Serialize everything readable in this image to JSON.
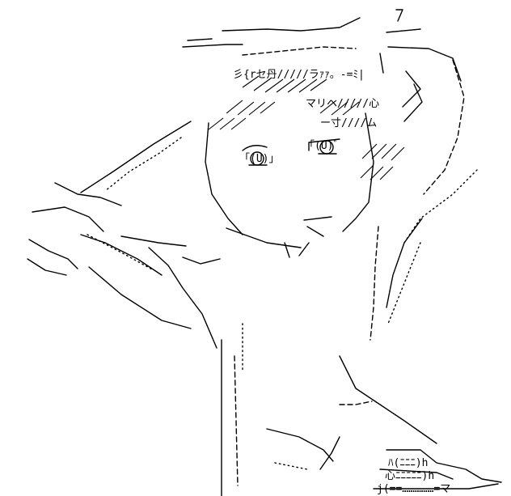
{
  "artwork": {
    "kind": "ascii-art",
    "subject": "anime-style figure saluting with hand shading eyes",
    "fragments": {
      "brow_row": "彡{rセ丹/////ラｧｧ。-=ﾐ|",
      "eye_left": "「(U)」",
      "eye_right": "「(U)ﾞ",
      "hair_mid": "マリヘ/////心",
      "hair_row": "ー寸////ム",
      "collar_a": "ﾊ(ﾆﾆﾆ)h",
      "collar_b": "心ﾆﾆﾆﾆﾆ)h",
      "collar_c": "j(==……………=マ"
    },
    "ink_color": "#000000",
    "paper_color": "#ffffff"
  }
}
